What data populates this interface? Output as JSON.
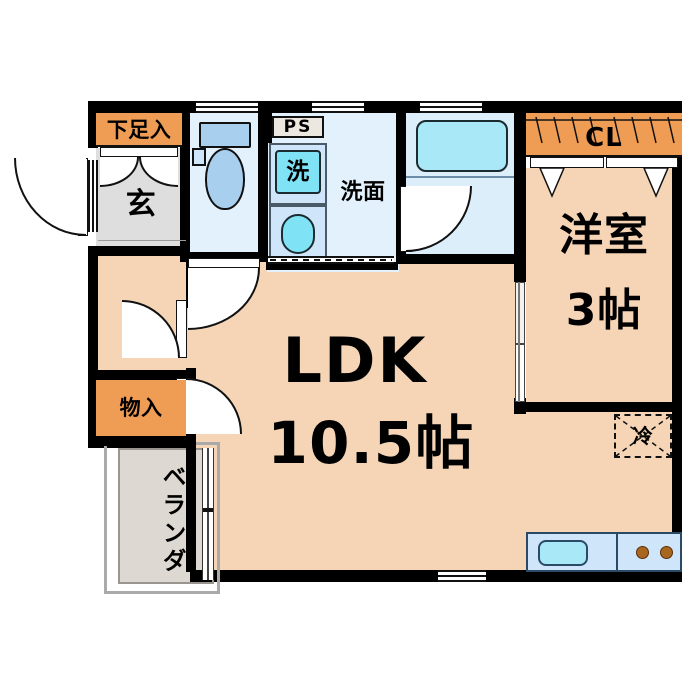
{
  "plan": {
    "title": "Apartment floor plan 1LDK",
    "background": "#ffffff",
    "colors": {
      "ldk_floor": "#f5d5b6",
      "closet_orange": "#ef9c54",
      "water_area": "#e2f1fb",
      "genkan_grey": "#dedede",
      "veranda_grey": "#ddd9d2",
      "kitchen_blue": "#cfe5fa",
      "fixture_cyan": "#7fe3f5",
      "tub_cyan": "#a8e8f7",
      "wall_black": "#000000"
    }
  },
  "rooms": {
    "ldk": {
      "name": "LDK",
      "size": "10.5帖"
    },
    "western_room": {
      "name": "洋室",
      "size": "3帖"
    },
    "genkan": {
      "label": "玄"
    },
    "shoe_cabinet": {
      "label": "下足入"
    },
    "storage": {
      "label": "物入"
    },
    "veranda": {
      "label": "ベランダ"
    },
    "washroom": {
      "label": "洗面"
    },
    "washing_machine": {
      "label": "洗"
    },
    "pipe_shaft": {
      "label": "PS"
    },
    "closet": {
      "label": "CL"
    },
    "refrigerator": {
      "label": "冷"
    }
  },
  "fixtures": {
    "toilet": "toilet-fixture",
    "bathtub": "bathtub-fixture",
    "vanity_basin": "vanity-basin",
    "kitchen_sink": "kitchen-sink",
    "stove_burners": 2
  }
}
